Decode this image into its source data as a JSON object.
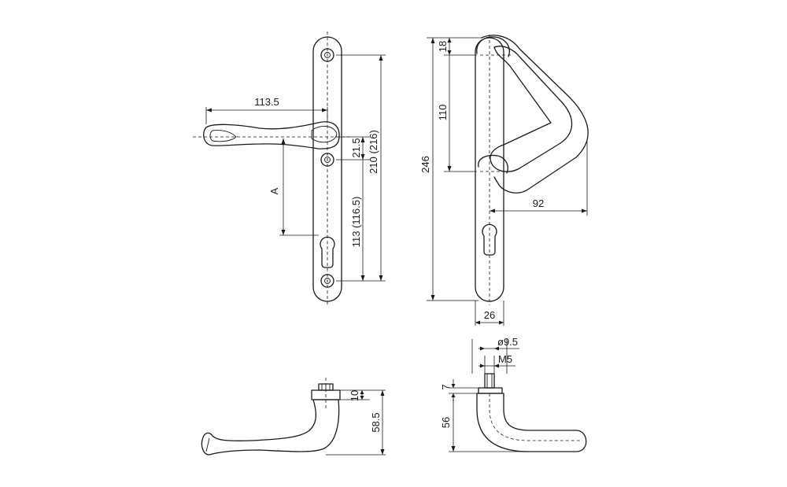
{
  "dimensions": {
    "handle_projection": "113.5",
    "spindle_offset": "21.5",
    "plate_length": "210 (216)",
    "centres": "113 (116.5)",
    "a_label": "A",
    "overall_length": "246",
    "top_offset": "18",
    "grip_centres": "110",
    "grip_projection": "92",
    "plate_width": "26",
    "spindle_diameter": "ø9.5",
    "thread": "M5",
    "rose_height": "7",
    "lever_height": "56",
    "boss_height": "10",
    "lever_depth": "58.5"
  }
}
